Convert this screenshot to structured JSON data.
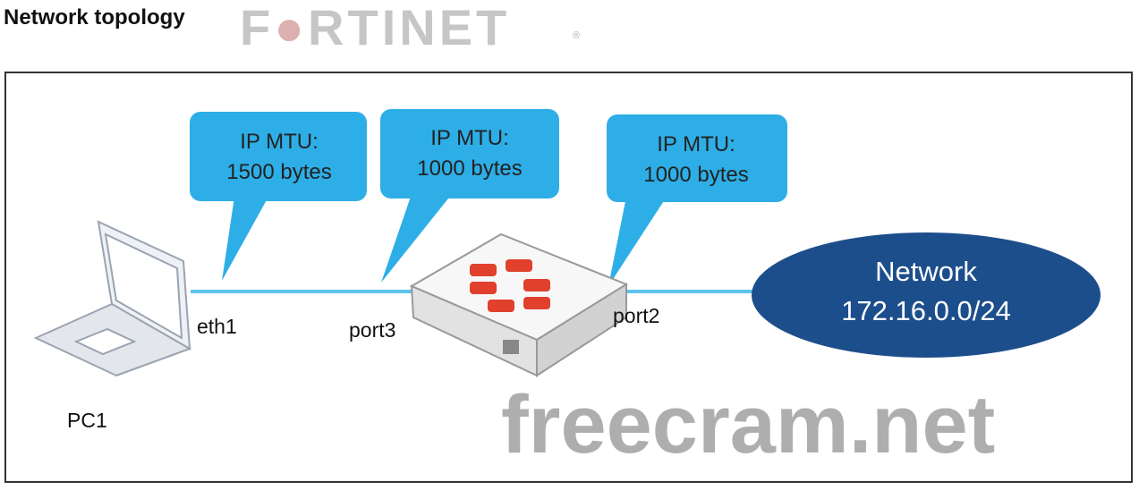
{
  "title": "Network topology",
  "logo": "FORTINET",
  "watermark": "freecram.net",
  "colors": {
    "callout": "#2eaee6",
    "link": "#5cc3ef",
    "network": "#1d4e8c"
  },
  "callouts": [
    {
      "line1": "IP MTU:",
      "line2": "1500 bytes"
    },
    {
      "line1": "IP MTU:",
      "line2": "1000 bytes"
    },
    {
      "line1": "IP MTU:",
      "line2": "1000 bytes"
    }
  ],
  "labels": {
    "eth1": "eth1",
    "port3": "port3",
    "port2": "port2",
    "pc1": "PC1"
  },
  "network": {
    "line1": "Network",
    "line2": "172.16.0.0/24"
  }
}
